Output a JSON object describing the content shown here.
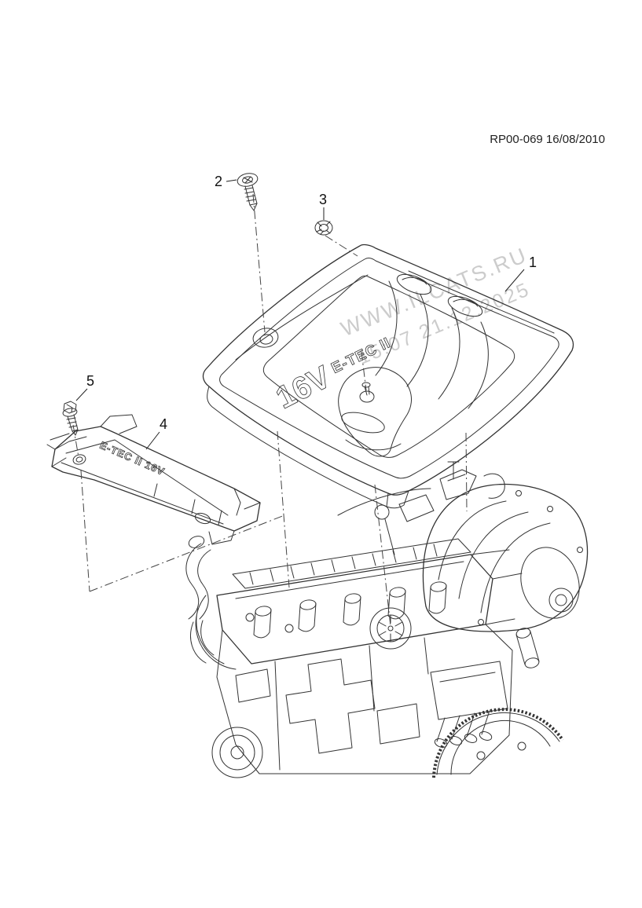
{
  "doc": {
    "ref": "RP00-069 16/08/2010"
  },
  "watermark": {
    "line1": "WWW.ILCATS.RU",
    "line2": "15:07 21.12.2025"
  },
  "badges": {
    "cover_line1": "E-TEC II",
    "cover_line2": "16V",
    "side_cover": "E-TEC II 16V"
  },
  "callouts": [
    "1",
    "2",
    "3",
    "4",
    "5"
  ],
  "colors": {
    "line": "#333333",
    "watermark": "#c7c7c7",
    "background": "#ffffff"
  }
}
